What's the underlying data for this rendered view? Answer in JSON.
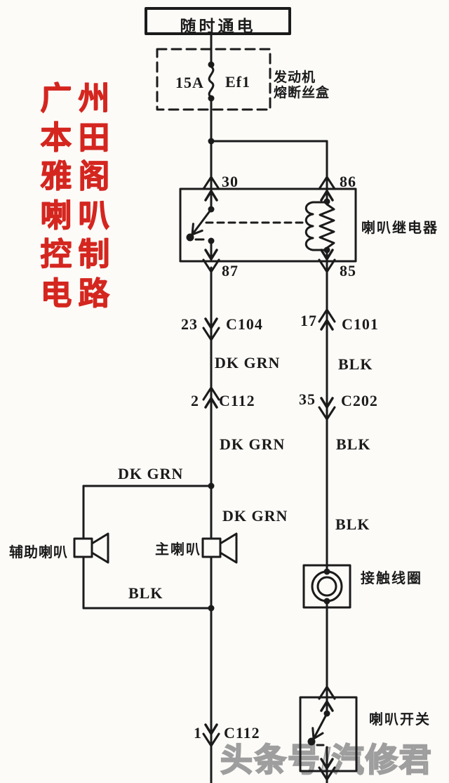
{
  "page": {
    "background": "#fcfbf8",
    "line_color": "#1b1b1b",
    "title_color": "#d4261f"
  },
  "title": {
    "full_text": "广州本田雅阁喇叭控制电路",
    "rows": [
      "广州",
      "本田",
      "雅阁",
      "喇叭",
      "控制",
      "电路"
    ]
  },
  "power_source": {
    "label": "随时通电"
  },
  "fuse": {
    "rating": "15A",
    "id": "Ef1",
    "box_label_line1": "发动机",
    "box_label_line2": "熔断丝盒"
  },
  "relay": {
    "label": "喇叭继电器",
    "pin_30": "30",
    "pin_86": "86",
    "pin_87": "87",
    "pin_85": "85"
  },
  "connectors": {
    "c104": {
      "pin": "23",
      "id": "C104"
    },
    "c101": {
      "pin": "17",
      "id": "C101"
    },
    "c112_upper": {
      "pin": "2",
      "id": "C112"
    },
    "c202": {
      "pin": "35",
      "id": "C202"
    },
    "c112_lower": {
      "pin": "1",
      "id": "C112"
    }
  },
  "wires": {
    "dk_grn_above_c112": "DK GRN",
    "dk_grn_below_c112": "DK GRN",
    "dk_grn_branch_aux": "DK GRN",
    "dk_grn_main_horn": "DK GRN",
    "blk_c101_c202": "BLK",
    "blk_below_c202": "BLK",
    "blk_above_coil": "BLK",
    "blk_horn_ground": "BLK"
  },
  "components": {
    "aux_horn": "辅助喇叭",
    "main_horn": "主喇叭",
    "contact_coil": "接触线圈",
    "horn_switch": "喇叭开关"
  },
  "watermark": {
    "text": "头条号/汽修君"
  }
}
